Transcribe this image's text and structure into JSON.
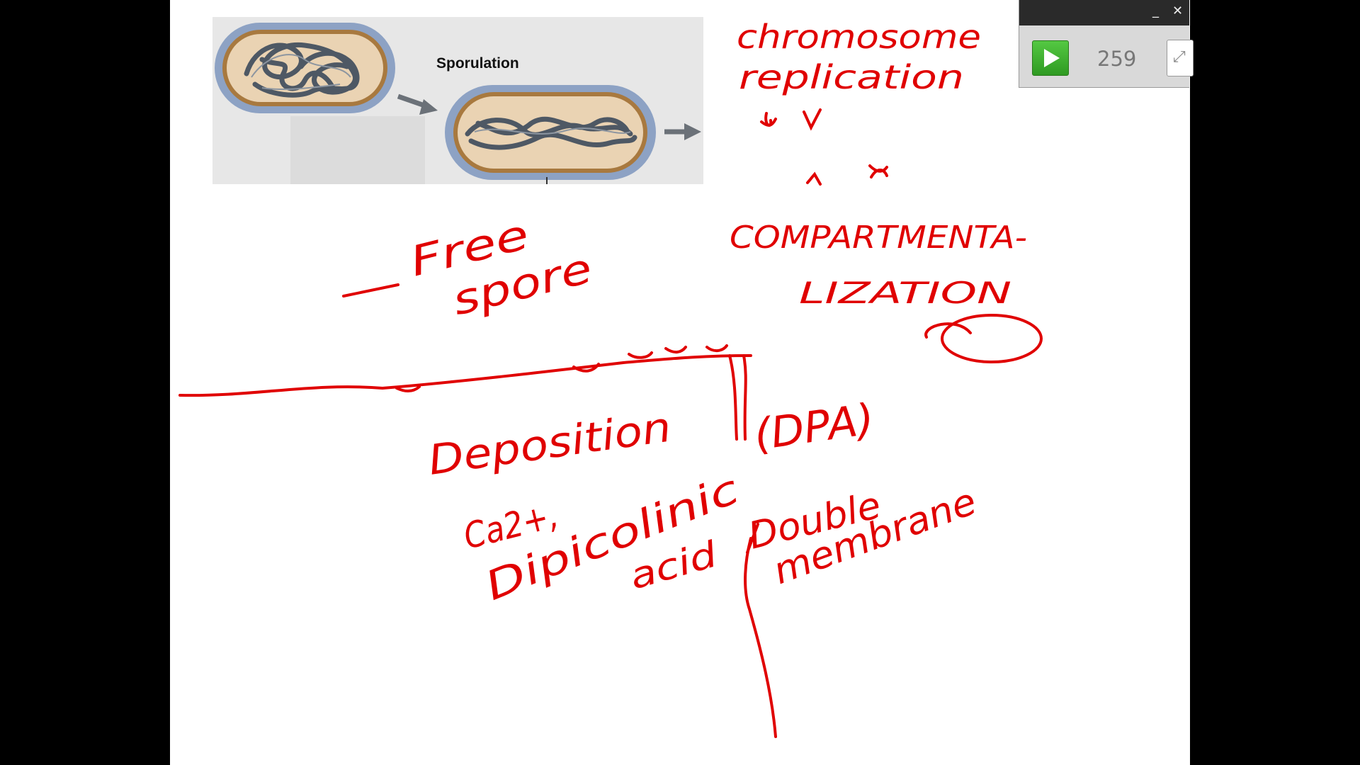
{
  "figure": {
    "label": "Sporulation"
  },
  "ink_notes": [
    "chromosome",
    "replication",
    "COMPARTMENTA-",
    "LIZATION",
    "Free",
    "spore",
    "Deposition",
    "(DPA)",
    "Ca2+,",
    "Dipicolinic",
    "acid",
    "Double",
    "membrane"
  ],
  "player": {
    "counter": "259",
    "minimize_glyph": "_",
    "close_glyph": "✕"
  },
  "colors": {
    "ink": "#e00000",
    "cell_wall": "#8da2c4",
    "cell_membrane": "#a8793f",
    "cytoplasm": "#ead3b3",
    "chromosome": "#4e5864",
    "play_green": "#3cae2b"
  }
}
